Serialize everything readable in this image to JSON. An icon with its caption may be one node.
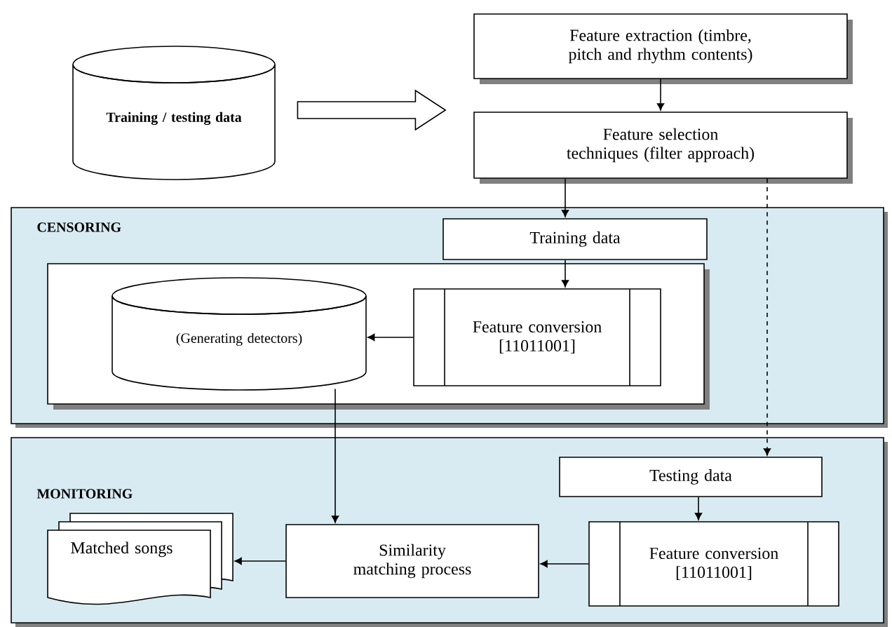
{
  "diagram": {
    "nodes": [
      {
        "text": [
          "Training / testing data"
        ]
      },
      {
        "text": [
          "Feature extraction (timbre, pitch and rhythm contents)"
        ]
      },
      {
        "text": [
          "Feature selection techniques (filter approach)"
        ]
      },
      {
        "text": [
          "CENSORING"
        ]
      },
      {
        "text": [
          "Training data"
        ],
        "in": 3
      },
      {
        "text": [],
        "shape": "box",
        "in": 3
      },
      {
        "text": [
          "(Generating detectors)"
        ],
        "in": 5
      },
      {
        "text": [
          "Feature conversion [11011001]"
        ],
        "in": 5
      },
      {
        "text": [
          "MONITORING"
        ]
      },
      {
        "text": [
          "Testing data"
        ],
        "in": 8
      },
      {
        "text": [
          "Feature conversion [11011001]"
        ],
        "in": 8
      },
      {
        "text": [
          "Similarity matching process"
        ],
        "in": 8
      },
      {
        "text": [
          "Matched songs"
        ],
        "in": 8
      }
    ],
    "edges": [
      {
        "from": 0,
        "to": 1,
        "arrow": "to",
        "style": "thick"
      },
      {
        "from": 1,
        "to": 2,
        "arrow": "to"
      },
      {
        "from": 2,
        "to": 4,
        "arrow": "to"
      },
      {
        "from": 4,
        "to": 7,
        "arrow": "to"
      },
      {
        "from": 7,
        "to": 6,
        "arrow": "to"
      },
      {
        "from": 6,
        "to": 11,
        "arrow": "to"
      },
      {
        "from": 2,
        "to": 9,
        "arrow": "to",
        "style": "dashed"
      },
      {
        "from": 9,
        "to": 10,
        "arrow": "to"
      },
      {
        "from": 10,
        "to": 11,
        "arrow": "to"
      },
      {
        "from": 11,
        "to": 12,
        "arrow": "to"
      }
    ]
  }
}
